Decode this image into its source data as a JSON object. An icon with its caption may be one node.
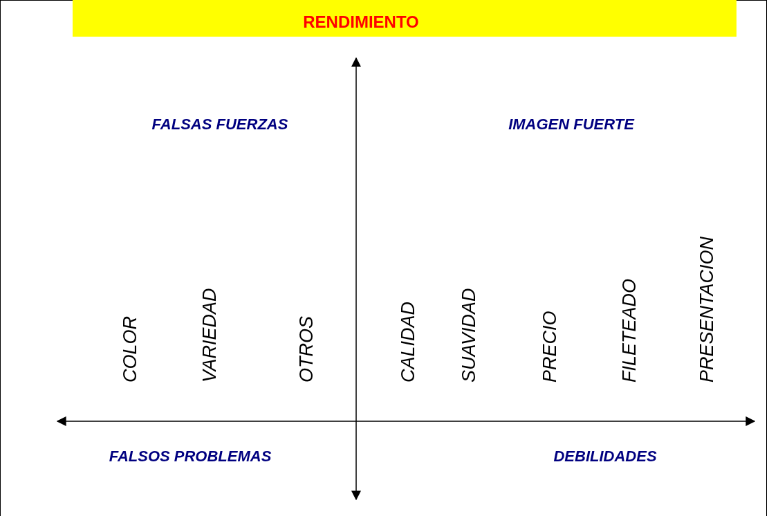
{
  "diagram": {
    "title": "RENDIMIENTO",
    "labels": [
      "FALSAS FUERZAS",
      "IMAGEN FUERTE",
      "COLOR",
      "VARIEDAD",
      "OTROS",
      "CALIDAD",
      "SUAVIDAD",
      "PRECIO",
      "FILETEADO",
      "PRESENTACION",
      "FALSOS PROBLEMAS",
      "DEBILIDADES"
    ]
  }
}
